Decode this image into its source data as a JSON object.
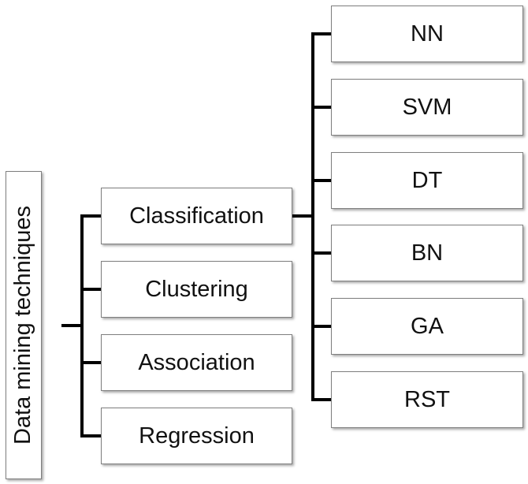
{
  "root": {
    "label": "Data mining techniques"
  },
  "techniques": [
    {
      "label": "Classification"
    },
    {
      "label": "Clustering"
    },
    {
      "label": "Association"
    },
    {
      "label": "Regression"
    }
  ],
  "classification_methods": [
    {
      "label": "NN"
    },
    {
      "label": "SVM"
    },
    {
      "label": "DT"
    },
    {
      "label": "BN"
    },
    {
      "label": "GA"
    },
    {
      "label": "RST"
    }
  ],
  "colors": {
    "connector": "#000000",
    "box_border": "#7f7f7f",
    "text": "#111111",
    "background": "#ffffff"
  }
}
